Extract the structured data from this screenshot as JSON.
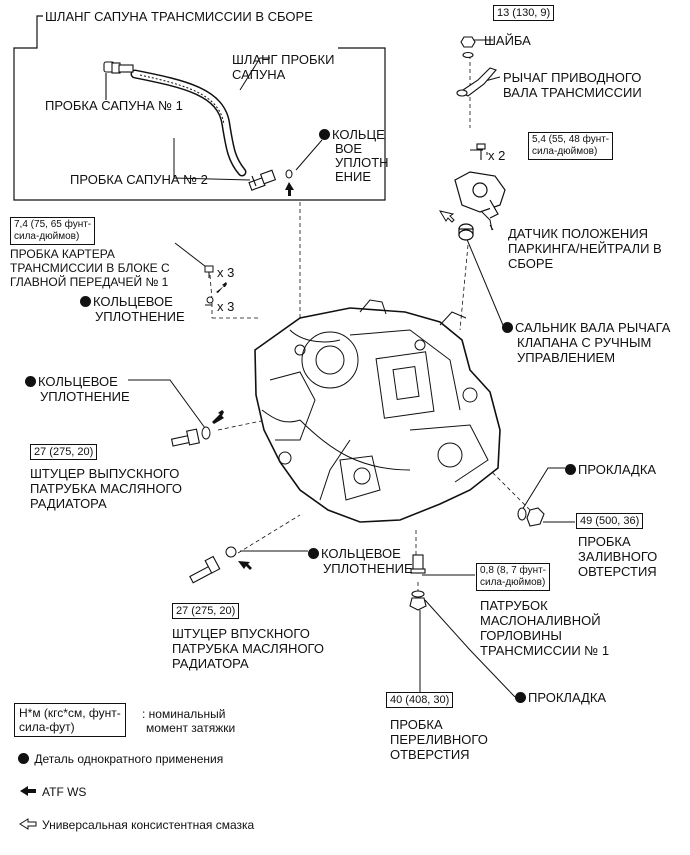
{
  "labels": {
    "breather_hose_assy": "ШЛАНГ САПУНА ТРАНСМИССИИ В СБОРЕ",
    "breather_plug_hose": [
      "ШЛАНГ ПРОБКИ",
      "САПУНА"
    ],
    "breather_plug_1": "ПРОБКА САПУНА № 1",
    "breather_plug_2": "ПРОБКА САПУНА № 2",
    "oring_top": [
      "КОЛЬЦЕ",
      "ВОЕ",
      "УПЛОТН",
      "ЕНИЕ"
    ],
    "torque_7_4": [
      "7,4 (75, 65 фунт-",
      "сила-дюймов)"
    ],
    "case_plug": [
      "ПРОБКА КАРТЕРА",
      "ТРАНСМИССИИ В БЛОКЕ С",
      "ГЛАВНОЙ ПЕРЕДАЧЕЙ № 1"
    ],
    "x3_a": "x 3",
    "x3_b": "x 3",
    "oring_mid": [
      "КОЛЬЦЕВОЕ",
      "УПЛОТНЕНИЕ"
    ],
    "torque_13": "13 (130, 9)",
    "washer": "ШАЙБА",
    "lever": [
      "РЫЧАГ ПРИВОДНОГО",
      "ВАЛА ТРАНСМИССИИ"
    ],
    "torque_5_4": [
      "5,4 (55, 48 фунт-",
      "сила-дюймов)"
    ],
    "x2": "x 2",
    "switch": [
      "ДАТЧИК ПОЛОЖЕНИЯ",
      "ПАРКИНГА/НЕЙТРАЛИ В",
      "СБОРЕ"
    ],
    "oil_seal": [
      "САЛЬНИК ВАЛА РЫЧАГА",
      "КЛАПАНА С РУЧНЫМ",
      "УПРАВЛЕНИЕМ"
    ],
    "oring_left": [
      "КОЛЬЦЕВОЕ",
      "УПЛОТНЕНИЕ"
    ],
    "torque_27a": "27 (275, 20)",
    "outlet_union": [
      "ШТУЦЕР ВЫПУСКНОГО",
      "ПАТРУБКА МАСЛЯНОГО",
      "РАДИАТОРА"
    ],
    "gasket_right": "ПРОКЛАДКА",
    "torque_49": "49 (500, 36)",
    "filler_plug": [
      "ПРОБКА",
      "ЗАЛИВНОГО",
      "ОВТЕРСТИЯ"
    ],
    "oring_low": [
      "КОЛЬЦЕВОЕ",
      "УПЛОТНЕНИЕ"
    ],
    "torque_0_8": [
      "0,8 (8, 7 фунт-",
      "сила-дюймов)"
    ],
    "torque_27b": "27 (275, 20)",
    "inlet_union": [
      "ШТУЦЕР ВПУСКНОГО",
      "ПАТРУБКА МАСЛЯНОГО",
      "РАДИАТОРА"
    ],
    "filler_tube": [
      "ПАТРУБОК",
      "МАСЛОНАЛИВНОЙ",
      "ГОРЛОВИНЫ",
      "ТРАНСМИССИИ № 1"
    ],
    "gasket_low": "ПРОКЛАДКА",
    "torque_40": "40 (408, 30)",
    "overflow_plug": [
      "ПРОБКА",
      "ПЕРЕЛИВНОГО",
      "ОТВЕРСТИЯ"
    ]
  },
  "legend": {
    "torque_unit": [
      "Н*м (кгс*см, фунт-",
      "сила-фут)"
    ],
    "torque_desc": [
      ": номинальный",
      "момент затяжки"
    ],
    "non_reusable": "Деталь однократного применения",
    "atf": "ATF WS",
    "grease": "Универсальная консистентная смазка"
  }
}
